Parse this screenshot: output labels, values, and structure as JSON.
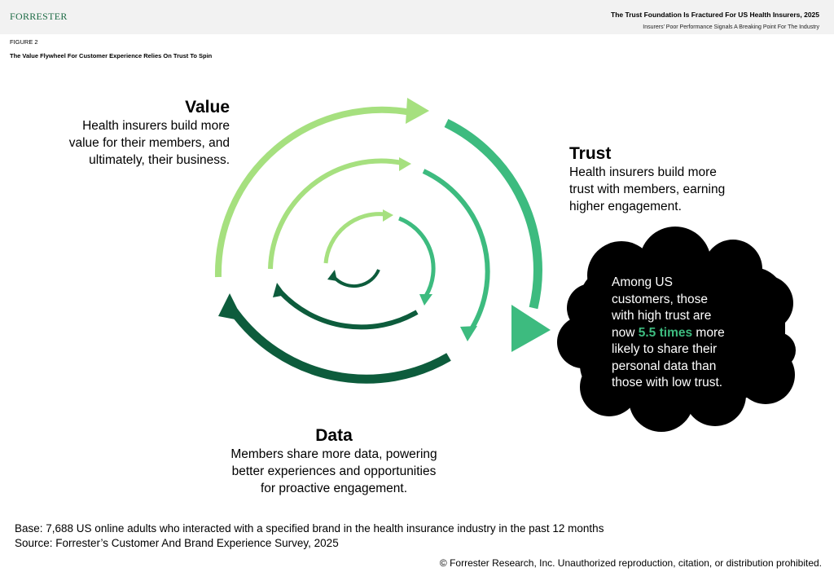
{
  "header": {
    "logo": "FORRESTER",
    "report_title": "The Trust Foundation Is Fractured For US Health Insurers, 2025",
    "report_subtitle": "Insurers’ Poor Performance Signals A Breaking Point For The Industry"
  },
  "figure": {
    "label": "FIGURE 2",
    "title": "The Value Flywheel For Customer Experience Relies On Trust To Spin"
  },
  "value": {
    "title": "Value",
    "lines": [
      "Health insurers build more",
      "value for their members, and",
      "ultimately, their business."
    ]
  },
  "trust": {
    "title": "Trust",
    "lines": [
      "Health insurers build more",
      "trust with members, earning",
      "higher engagement."
    ]
  },
  "data": {
    "title": "Data",
    "lines": [
      "Members share more data, powering",
      "better experiences and opportunities",
      "for proactive engagement."
    ]
  },
  "callout": {
    "line1": "Among US",
    "line2": "customers, those",
    "line3": "with high trust are",
    "line4_pre": "now ",
    "highlight": "5.5 times",
    "line4_post": " more",
    "line5": "likely to share their",
    "line6": "personal data than",
    "line7": "those with low trust."
  },
  "footer": {
    "base": "Base: 7,688 US online adults who interacted with a specified brand in the health insurance industry in the past 12 months",
    "source": "Source: Forrester’s Customer And Brand Experience Survey, 2025",
    "copyright": "© Forrester Research, Inc. Unauthorized reproduction, citation, or distribution prohibited."
  },
  "colors": {
    "light_green": "#a6e07f",
    "mid_green": "#3dbb7f",
    "dark_green": "#0d5c3c",
    "cloud": "#000000"
  }
}
